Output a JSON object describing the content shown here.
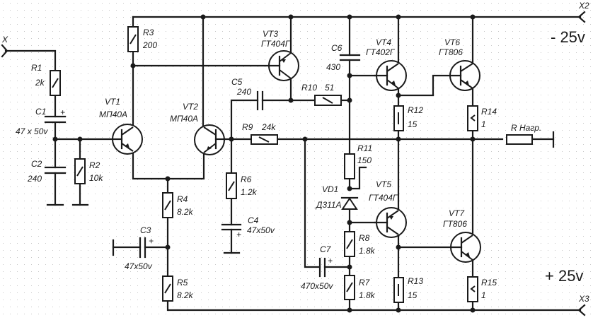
{
  "diagram": {
    "title": "Transistor power amplifier schematic",
    "terminals": {
      "input": "X",
      "supply_neg": "X2",
      "supply_pos": "X3"
    },
    "supply_labels": {
      "negative": "- 25v",
      "positive": "+ 25v"
    },
    "load": {
      "ref": "R Нагр."
    },
    "resistors": {
      "R1": {
        "ref": "R1",
        "value": "2k"
      },
      "R2": {
        "ref": "R2",
        "value": "10k"
      },
      "R3": {
        "ref": "R3",
        "value": "200"
      },
      "R4": {
        "ref": "R4",
        "value": "8.2k"
      },
      "R5": {
        "ref": "R5",
        "value": "8.2k"
      },
      "R6": {
        "ref": "R6",
        "value": "1.2k"
      },
      "R7": {
        "ref": "R7",
        "value": "1.8k"
      },
      "R8": {
        "ref": "R8",
        "value": "1.8k"
      },
      "R9": {
        "ref": "R9",
        "value": "24k"
      },
      "R10": {
        "ref": "R10",
        "value": "51"
      },
      "R11": {
        "ref": "R11",
        "value": "150"
      },
      "R12": {
        "ref": "R12",
        "value": "15"
      },
      "R13": {
        "ref": "R13",
        "value": "15"
      },
      "R14": {
        "ref": "R14",
        "value": "1"
      },
      "R15": {
        "ref": "R15",
        "value": "1"
      }
    },
    "capacitors": {
      "C1": {
        "ref": "C1",
        "value": "47 x 50v",
        "polarity": "+"
      },
      "C2": {
        "ref": "C2",
        "value": "240"
      },
      "C3": {
        "ref": "C3",
        "value": "47x50v",
        "polarity": "+"
      },
      "C4": {
        "ref": "C4",
        "value": "47x50v",
        "polarity": "+"
      },
      "C5": {
        "ref": "C5",
        "value": "240"
      },
      "C6": {
        "ref": "C6",
        "value": "430"
      },
      "C7": {
        "ref": "C7",
        "value": "470x50v",
        "polarity": "+"
      }
    },
    "transistors": {
      "VT1": {
        "ref": "VT1",
        "part": "МП40А"
      },
      "VT2": {
        "ref": "VT2",
        "part": "МП40А"
      },
      "VT3": {
        "ref": "VT3",
        "part": "ГТ404Г"
      },
      "VT4": {
        "ref": "VT4",
        "part": "ГТ402Г"
      },
      "VT5": {
        "ref": "VT5",
        "part": "ГТ404Г"
      },
      "VT6": {
        "ref": "VT6",
        "part": "ГТ806"
      },
      "VT7": {
        "ref": "VT7",
        "part": "ГТ806"
      }
    },
    "diodes": {
      "VD1": {
        "ref": "VD1",
        "part": "Д311А"
      }
    }
  }
}
